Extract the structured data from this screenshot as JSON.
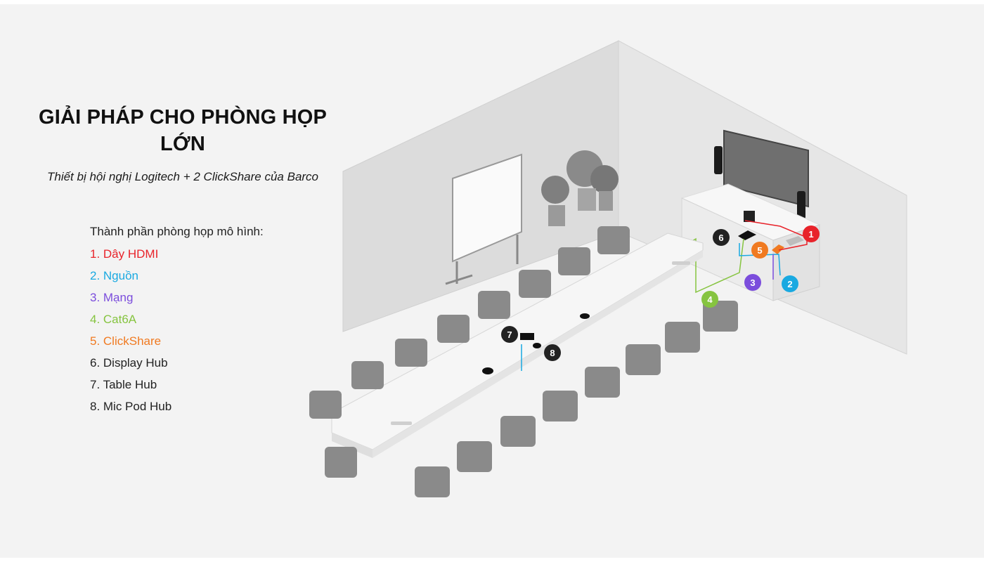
{
  "title": "GIẢI PHÁP CHO PHÒNG HỌP LỚN",
  "subtitle": "Thiết bị hội nghị Logitech + 2 ClickShare của Barco",
  "legend": {
    "heading": "Thành phần phòng họp mô hình:",
    "items": [
      {
        "label": "1. Dây HDMI",
        "color": "#e8232a"
      },
      {
        "label": "2. Nguồn",
        "color": "#19a9e1"
      },
      {
        "label": "3. Mạng",
        "color": "#7b4ddc"
      },
      {
        "label": "4. Cat6A",
        "color": "#86c440"
      },
      {
        "label": "5. ClickShare",
        "color": "#f07a21"
      },
      {
        "label": "6. Display Hub",
        "color": "#222222"
      },
      {
        "label": "7. Table Hub",
        "color": "#222222"
      },
      {
        "label": "8. Mic Pod Hub",
        "color": "#222222"
      }
    ]
  },
  "badges": [
    {
      "num": "1",
      "color": "#e8232a"
    },
    {
      "num": "2",
      "color": "#19a9e1"
    },
    {
      "num": "3",
      "color": "#7b4ddc"
    },
    {
      "num": "4",
      "color": "#86c440"
    },
    {
      "num": "5",
      "color": "#f07a21"
    },
    {
      "num": "6",
      "color": "#222222"
    },
    {
      "num": "7",
      "color": "#222222"
    },
    {
      "num": "8",
      "color": "#222222"
    }
  ]
}
